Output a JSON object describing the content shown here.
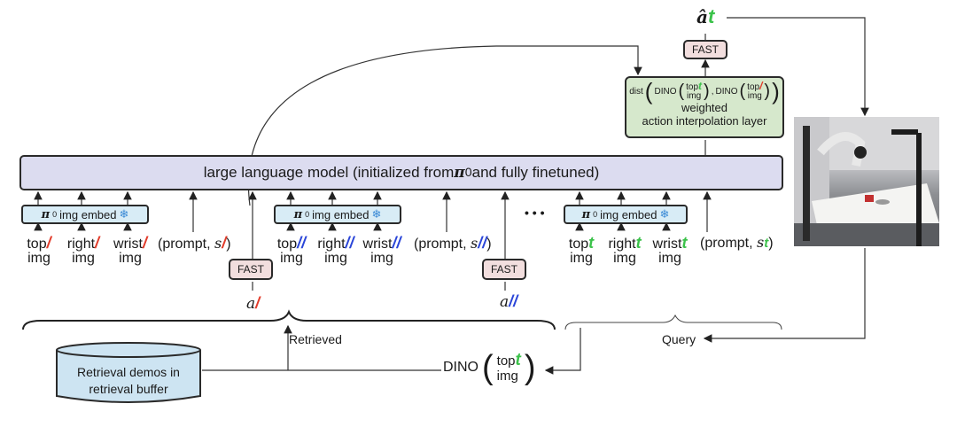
{
  "llm": {
    "label_pre": "large language model (initialized from ",
    "pi": "π",
    "sub": "0",
    "label_post": " and fully finetuned)"
  },
  "embed": {
    "pi": "π",
    "sub": "0",
    "text": " img embed",
    "snow": "❄"
  },
  "inputs": {
    "g1": {
      "top": "top",
      "right": "right",
      "wrist": "wrist",
      "img": "img",
      "mark": "/",
      "prompt": "(prompt, ",
      "s": "s",
      "close": ")"
    },
    "g2": {
      "top": "top",
      "right": "right",
      "wrist": "wrist",
      "img": "img",
      "mark": "//",
      "prompt": "(prompt, ",
      "s": "s",
      "close": ")"
    },
    "g3": {
      "top": "top",
      "right": "right",
      "wrist": "wrist",
      "img": "img",
      "mark": "t",
      "prompt": "(prompt, ",
      "s": "s",
      "close": ")"
    }
  },
  "fast_label": "FAST",
  "action_a": "a",
  "ellipsis": "• • •",
  "output": {
    "a_hat": "â",
    "t": "t"
  },
  "interp": {
    "dist": "dist",
    "dino": "DINO",
    "top": "top",
    "img": "img",
    "comma": ",",
    "line2": "weighted",
    "line3": "action interpolation layer"
  },
  "bottom": {
    "retrieved": "Retrieved",
    "query": "Query",
    "db_line1": "Retrieval demos in",
    "db_line2": "retrieval buffer",
    "dino": "DINO",
    "top": "top",
    "img": "img",
    "t": "t"
  },
  "colors": {
    "red": "#e23b2a",
    "blue": "#2a45d8",
    "green": "#3bc24a",
    "llm": "#dcdcf0",
    "embed": "#d8ecf6",
    "fast": "#f2dede",
    "interp": "#d6e8cc",
    "db": "#cde4f2"
  },
  "icons": {
    "snowflake": "snowflake-icon"
  }
}
